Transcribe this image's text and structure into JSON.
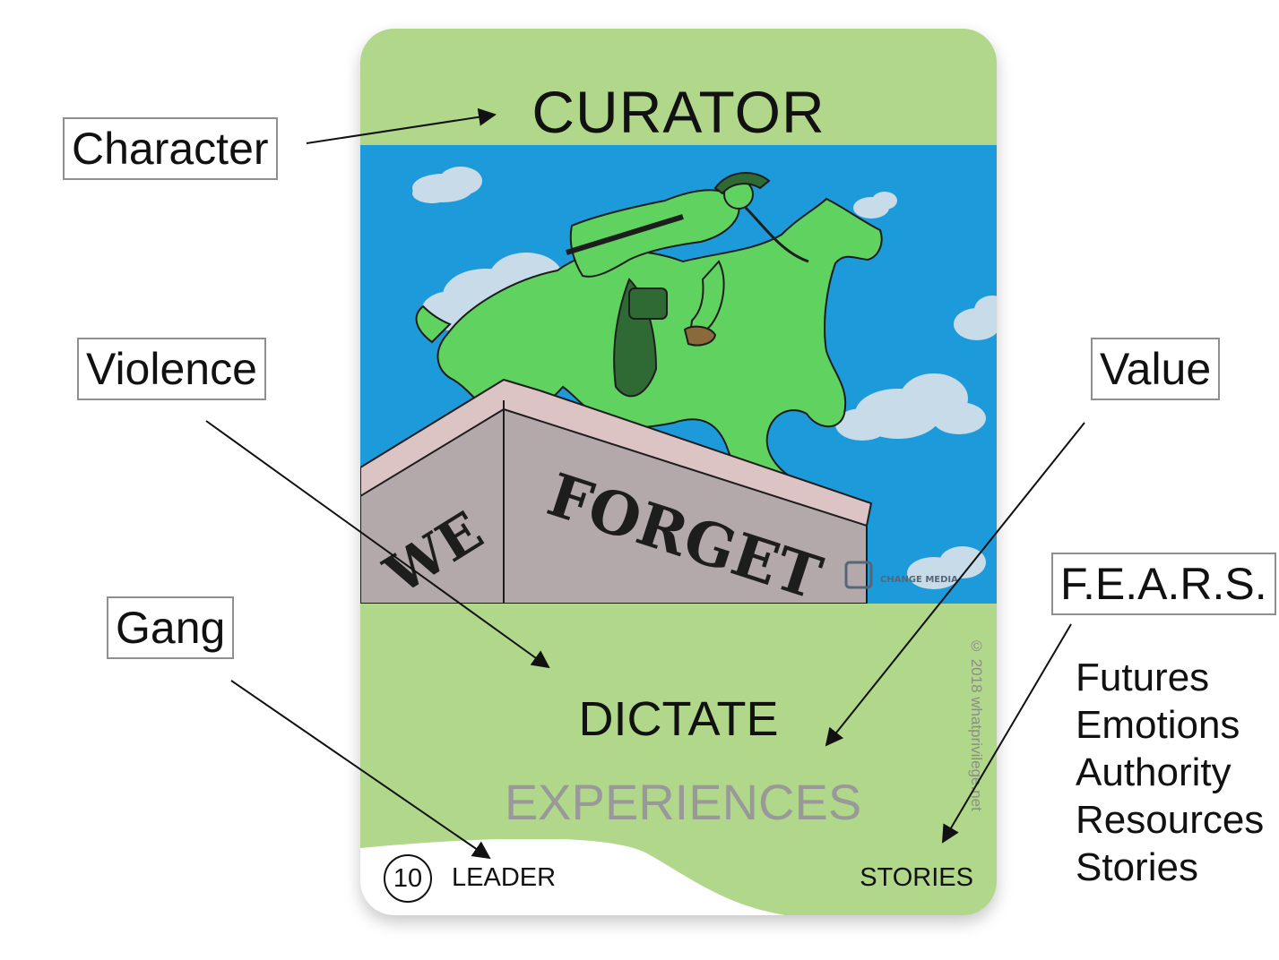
{
  "card": {
    "title": "CURATOR",
    "image_text_1": "WE",
    "image_text_2": "FORGET",
    "image_logo_text": "CHANGE MEDIA",
    "verb": "DICTATE",
    "value": "EXPERIENCES",
    "copyright": "© 2018 whatprivilege.net",
    "number": "10",
    "gang": "LEADER",
    "fears": "STORIES"
  },
  "callouts": {
    "character": "Character",
    "violence": "Violence",
    "gang": "Gang",
    "value": "Value",
    "fears": "F.E.A.R.S."
  },
  "fears_list": [
    "Futures",
    "Emotions",
    "Authority",
    "Resources",
    "Stories"
  ],
  "colors": {
    "card_green": "#b1d78b",
    "sky_blue": "#1d9ad9",
    "statue_green": "#5fd25f",
    "pedestal": "#b3a9aa",
    "value_gray": "#999999"
  }
}
